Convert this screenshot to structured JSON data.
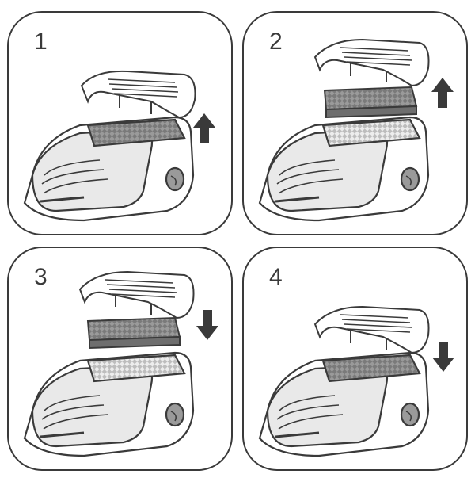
{
  "steps": [
    {
      "number": "1",
      "arrow": "up",
      "filter_state": "in-base",
      "cover_state": "lifted"
    },
    {
      "number": "2",
      "arrow": "up",
      "filter_state": "lifted",
      "cover_state": "lifted"
    },
    {
      "number": "3",
      "arrow": "down",
      "filter_state": "lowering",
      "cover_state": "lifted"
    },
    {
      "number": "4",
      "arrow": "down",
      "filter_state": "in-base",
      "cover_state": "lowering"
    }
  ],
  "colors": {
    "outline": "#3a3a3a",
    "device_fill": "#ffffff",
    "device_shade": "#e6e6e6",
    "filter_fill": "#8f8f8f",
    "filter_dark": "#6e6e6e",
    "arrow": "#3a3a3a"
  },
  "icons": [
    "arrow-up-icon",
    "arrow-down-icon",
    "device-icon",
    "filter-icon",
    "cover-icon"
  ]
}
